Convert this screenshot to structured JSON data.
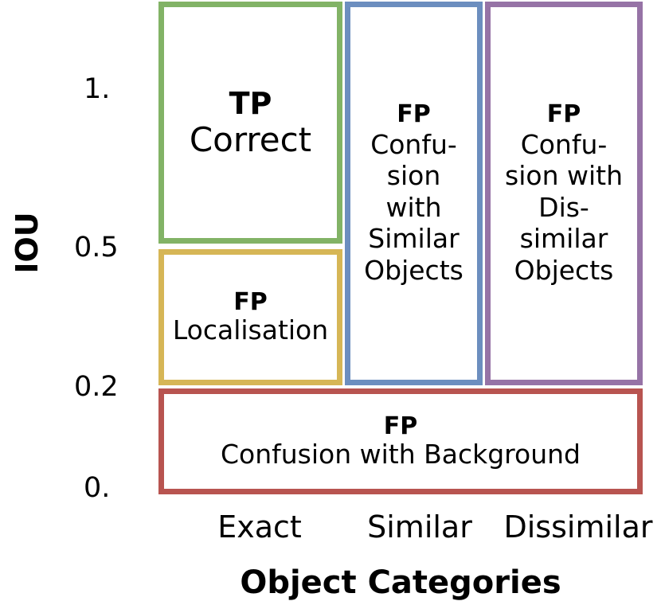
{
  "y_axis": {
    "label": "IOU",
    "ticks": [
      "1.",
      "0.5",
      "0.2",
      "0."
    ]
  },
  "x_axis": {
    "label": "Object Categories",
    "categories": [
      "Exact",
      "Similar",
      "Dissimilar"
    ]
  },
  "boxes": {
    "tp_correct": {
      "title": "TP",
      "desc": "Correct",
      "color": "#82b366"
    },
    "fp_localisation": {
      "title": "FP",
      "desc": "Localisation",
      "color": "#d6b656"
    },
    "fp_similar": {
      "title": "FP",
      "desc_lines": [
        "Confu-",
        "sion",
        "with",
        "Similar",
        "Objects"
      ],
      "color": "#6c8ebf"
    },
    "fp_dissimilar": {
      "title": "FP",
      "desc_lines": [
        "Confu-",
        "sion with",
        "Dis-",
        "similar",
        "Objects"
      ],
      "color": "#9673a6"
    },
    "fp_background": {
      "title": "FP",
      "desc": "Confusion with Background",
      "color": "#b85450"
    }
  }
}
